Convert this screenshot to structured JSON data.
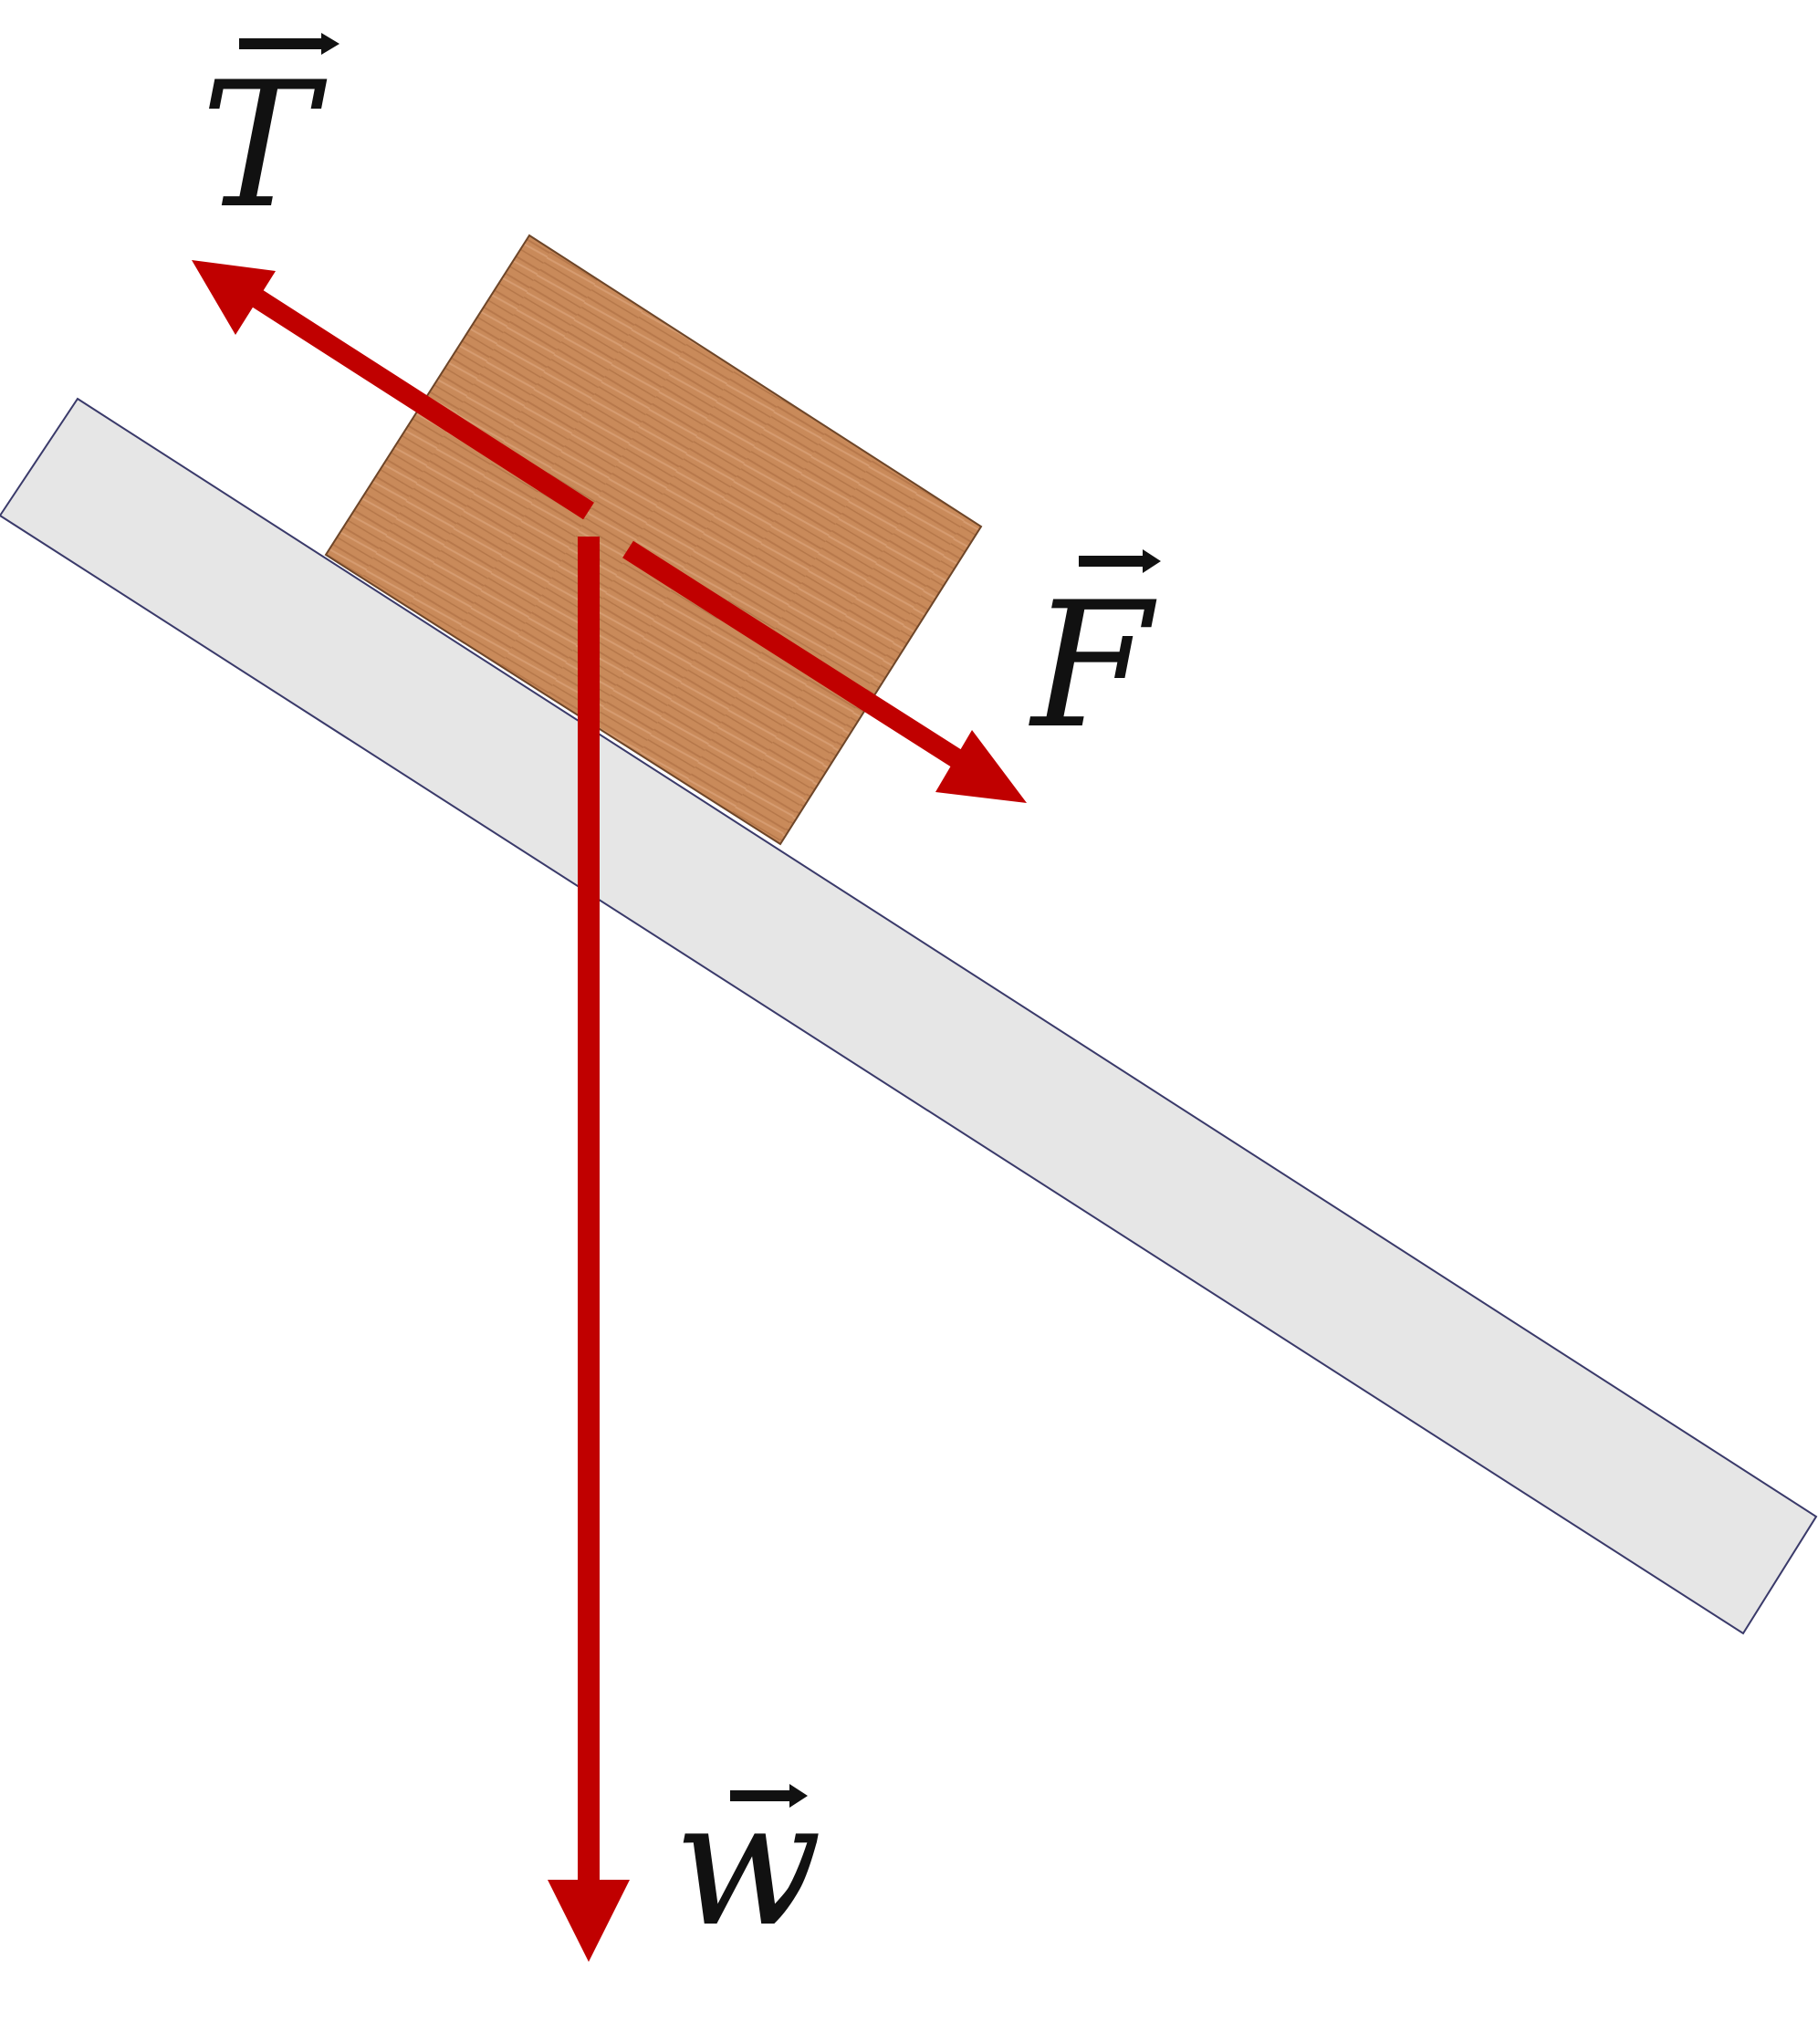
{
  "diagram": {
    "labels": {
      "tension": "T",
      "applied_force": "F",
      "weight": "w"
    },
    "colors": {
      "background": "#ffffff",
      "incline_fill": "#e6e6e6",
      "incline_stroke": "#3a3a6a",
      "block_wood": "#c98a5a",
      "block_wood_dark": "#a8693d",
      "block_wood_light": "#dca47a",
      "arrow": "#c00000",
      "label": "#111111"
    }
  }
}
